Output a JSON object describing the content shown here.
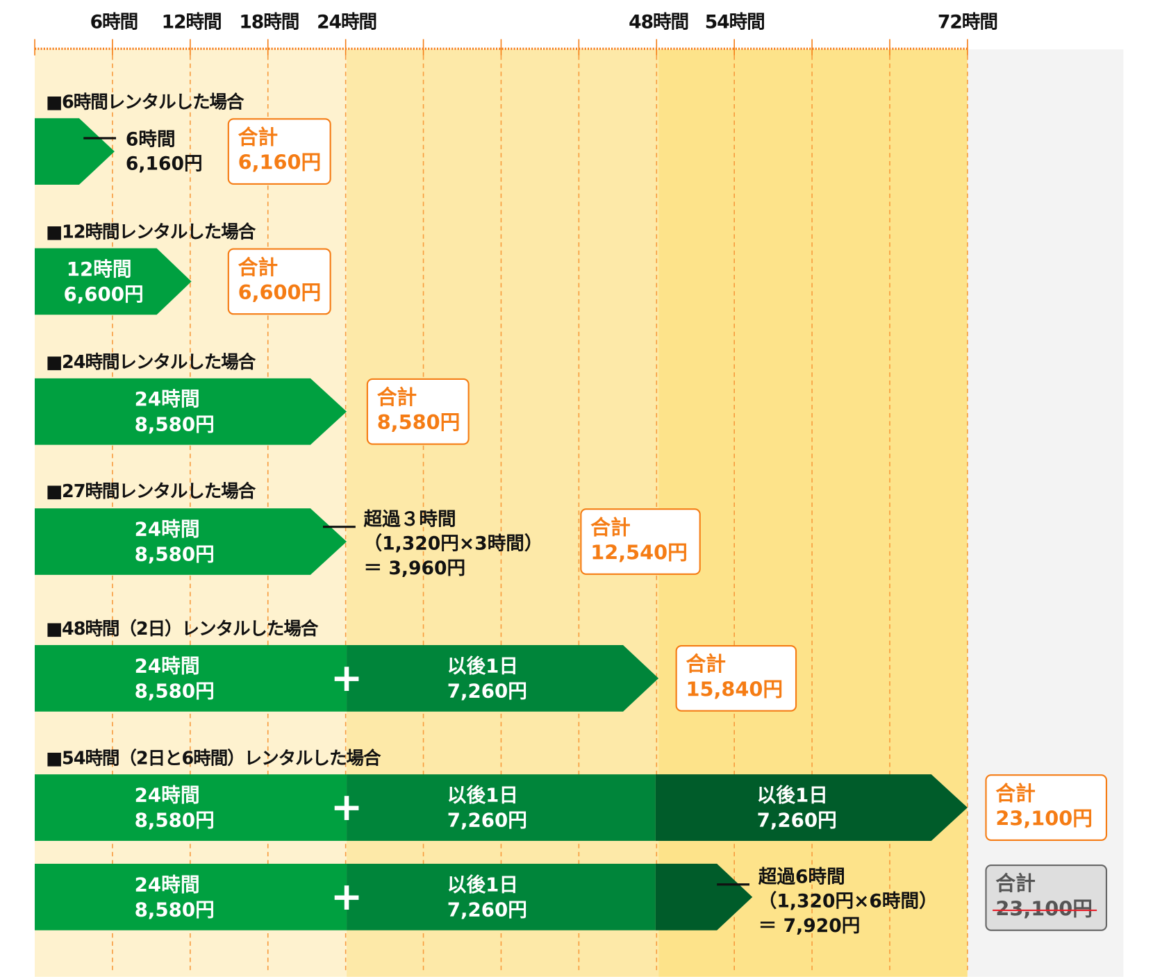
{
  "axis_labels": [
    {
      "label": "6時間",
      "hour": 6
    },
    {
      "label": "12時間",
      "hour": 12
    },
    {
      "label": "18時間",
      "hour": 18
    },
    {
      "label": "24時間",
      "hour": 24
    },
    {
      "label": "48時間",
      "hour": 48
    },
    {
      "label": "54時間",
      "hour": 54
    },
    {
      "label": "72時間",
      "hour": 72
    }
  ],
  "colors": {
    "green1": "#00a040",
    "green2": "#00853a",
    "green3": "#005c2a",
    "orange": "#f57c14",
    "band1": "#fef2cf",
    "band2": "#fde9a8",
    "band3": "#fde38a",
    "gray": "#f3f3f3"
  },
  "sections": [
    {
      "title": "■6時間レンタルした場合",
      "note": [
        "6時間",
        "6,160円"
      ],
      "total_label": "合計",
      "total": "6,160円"
    },
    {
      "title": "■12時間レンタルした場合",
      "bars": [
        [
          "12時間",
          "6,600円"
        ]
      ],
      "total_label": "合計",
      "total": "6,600円"
    },
    {
      "title": "■24時間レンタルした場合",
      "bars": [
        [
          "24時間",
          "8,580円"
        ]
      ],
      "total_label": "合計",
      "total": "8,580円"
    },
    {
      "title": "■27時間レンタルした場合",
      "bars": [
        [
          "24時間",
          "8,580円"
        ]
      ],
      "note": [
        "超過３時間",
        "（1,320円×3時間）",
        "＝ 3,960円"
      ],
      "total_label": "合計",
      "total": "12,540円"
    },
    {
      "title": "■48時間（2日）レンタルした場合",
      "bars": [
        [
          "24時間",
          "8,580円"
        ],
        [
          "以後1日",
          "7,260円"
        ]
      ],
      "total_label": "合計",
      "total": "15,840円"
    },
    {
      "title": "■54時間（2日と6時間）レンタルした場合",
      "bars": [
        [
          "24時間",
          "8,580円"
        ],
        [
          "以後1日",
          "7,260円"
        ],
        [
          "以後1日",
          "7,260円"
        ]
      ],
      "total_label": "合計",
      "total": "23,100円"
    },
    {
      "bars": [
        [
          "24時間",
          "8,580円"
        ],
        [
          "以後1日",
          "7,260円"
        ]
      ],
      "note": [
        "超過6時間",
        "（1,320円×6時間）",
        "＝ 7,920円"
      ],
      "total_label": "合計",
      "total": "23,100円"
    }
  ],
  "plus": "+"
}
